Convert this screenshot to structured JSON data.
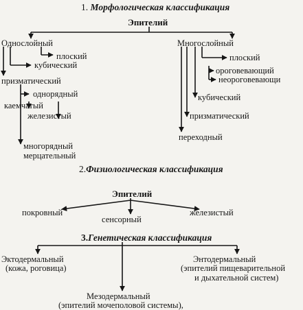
{
  "morph": {
    "num": "1.",
    "title": "Морфологическая классификация",
    "root": "Эпителий",
    "single": "Однослойный",
    "s_flat": "плоский",
    "s_cubic": "кубический",
    "s_prism": "призматический",
    "s_onerow": "однорядный",
    "s_border": "каемчатый",
    "s_gland": "железистый",
    "s_multirow": "многорядный",
    "s_ciliated": "мерцательный",
    "multi": "Многослойный",
    "m_flat": "плоский",
    "m_kerat": "ороговевающий",
    "m_nonkerat": "неороговевающи",
    "m_cubic": "кубический",
    "m_prism": "призматический",
    "m_trans": "переходный"
  },
  "physio": {
    "num": "2.",
    "title": "Физиологическая классификация",
    "root": "Эпителий",
    "cover": "покровный",
    "sensory": "сенсорный",
    "gland": "железистый"
  },
  "genetic": {
    "num": "3.",
    "title": "Генетическая классификация",
    "ecto": "Эктодермальный",
    "ecto_desc": "(кожа, роговица)",
    "meso": "Мезодермальный",
    "meso_desc": "(эпителий мочеполовой системы),",
    "endo": "Энтодермальный",
    "endo_desc1": "(эпителий пищеварительной",
    "endo_desc2": "и дыхательной систем)"
  },
  "colors": {
    "ink": "#161616",
    "paper": "#f4f3ef"
  }
}
